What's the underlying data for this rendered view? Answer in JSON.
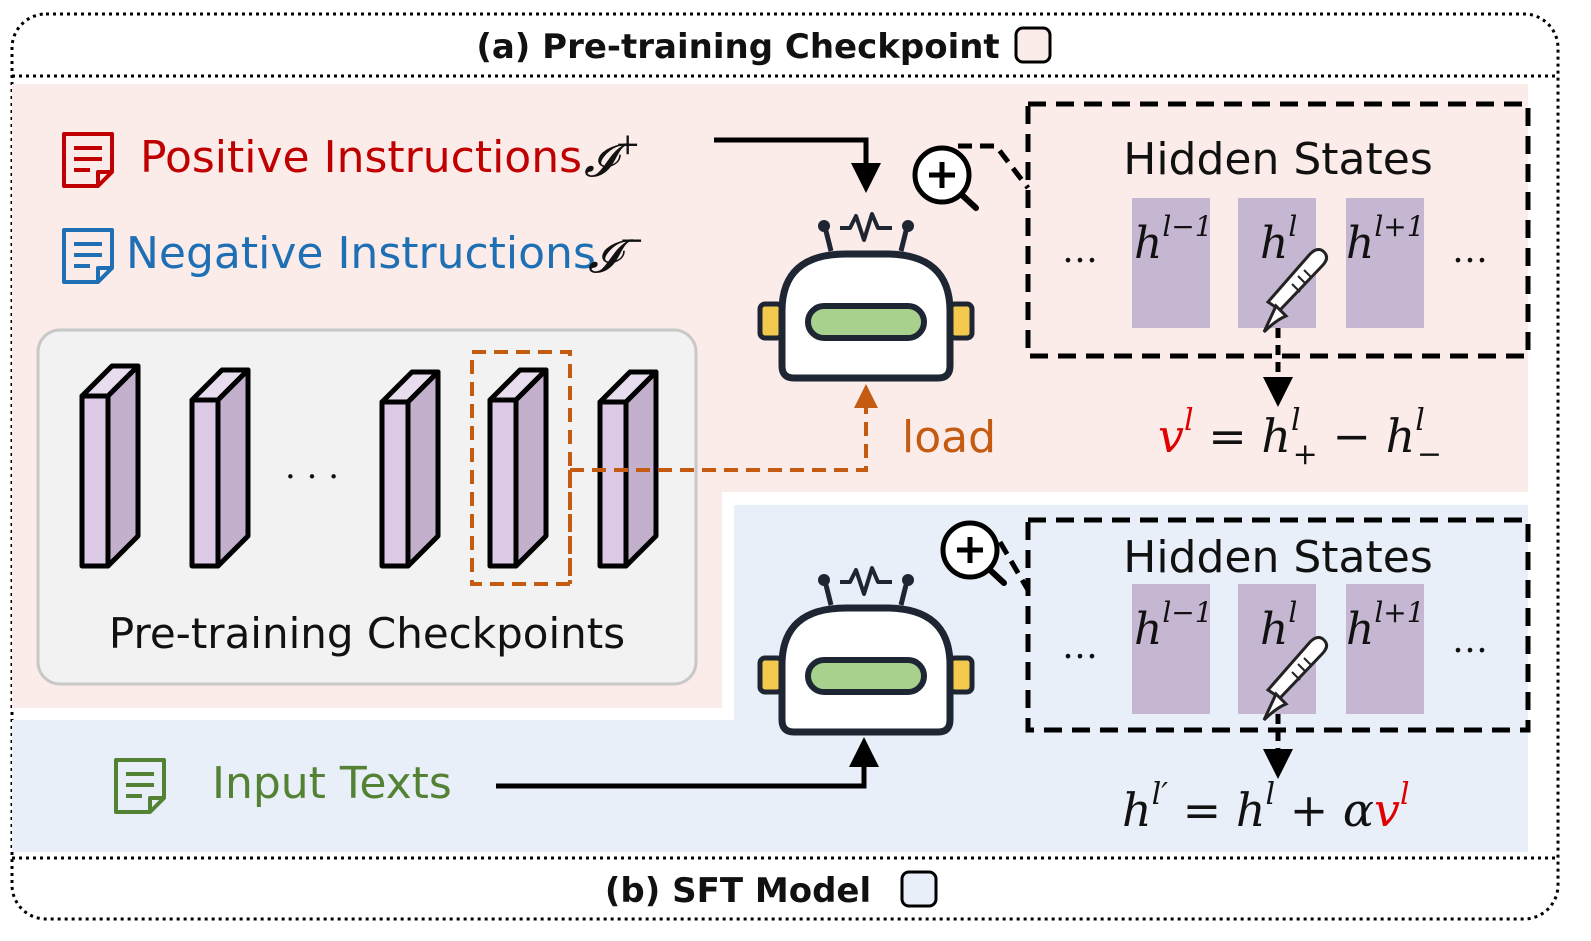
{
  "panel_a": {
    "title": "(a) Pre-training Checkpoint"
  },
  "panel_b": {
    "title": "(b) SFT Model"
  },
  "instructions": {
    "positive": {
      "label": "Positive Instructions",
      "symbol": "𝓘",
      "sup": "+",
      "color": "#c00000"
    },
    "negative": {
      "label": "Negative Instructions",
      "symbol": "𝓘",
      "sup": "−",
      "color": "#1f6fb5"
    }
  },
  "checkpoints": {
    "label": "Pre-training Checkpoints",
    "ellipsis": "· · ·"
  },
  "load_label": "load",
  "hidden_states": {
    "title": "Hidden States",
    "ellipsis": "…",
    "cells": [
      {
        "base": "h",
        "sup": "l−1"
      },
      {
        "base": "h",
        "sup": "l"
      },
      {
        "base": "h",
        "sup": "l+1"
      }
    ]
  },
  "eq_top": {
    "lhs": "v",
    "lhs_sup": "l",
    "rest": " = h",
    "sup1": "l",
    "sub1": "+",
    "mid": " − h",
    "sup2": "l",
    "sub2": "−"
  },
  "input": {
    "label": "Input Texts",
    "color": "#548235"
  },
  "eq_bottom": {
    "lhs": "h",
    "lhs_sup": "l′",
    "rest": " = h",
    "sup1": "l",
    "mid": " + α",
    "v": "v",
    "v_sup": "l"
  },
  "colors": {
    "pink_bg": "#fbecea",
    "blue_bg": "#e8eff8",
    "gray_box": "#f2f2f2",
    "checkpoint": "#dcc9e6",
    "cell": "#c5b6d1",
    "orange": "#c55a11",
    "red": "#e00000"
  }
}
